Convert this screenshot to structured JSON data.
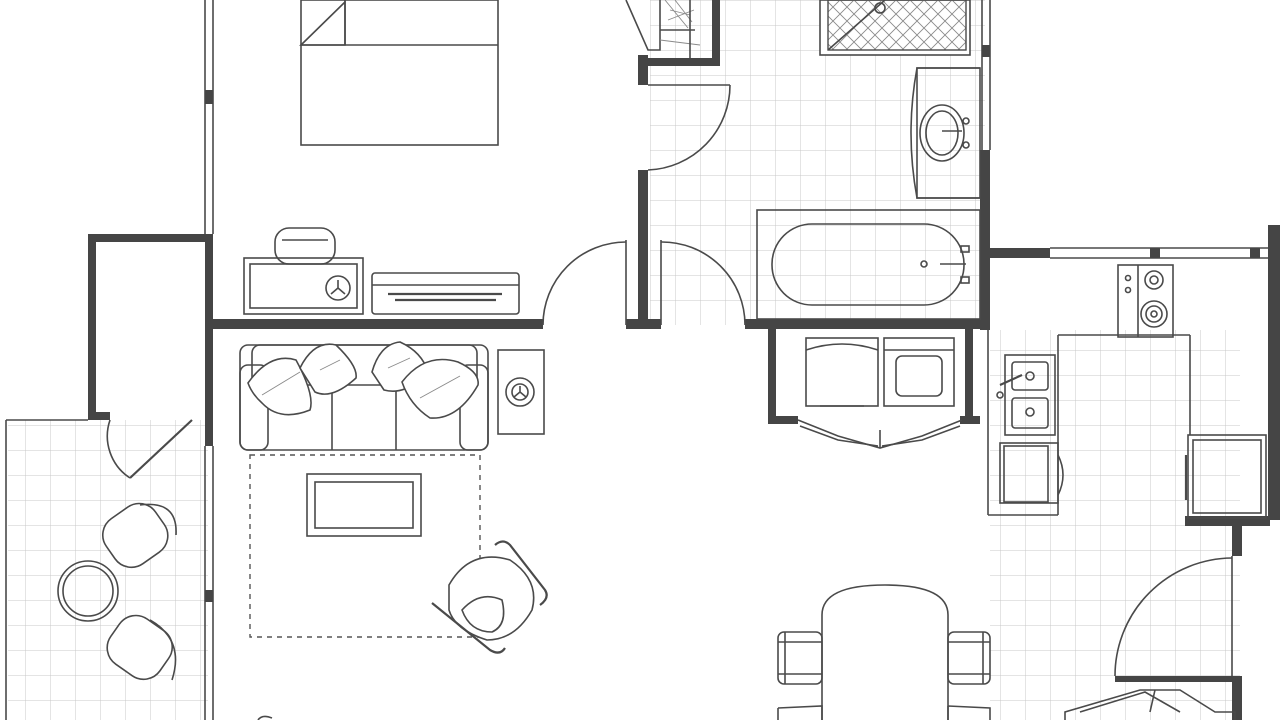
{
  "floor_plan": {
    "rooms": [
      "bedroom",
      "bathroom",
      "closet",
      "living-room",
      "patio",
      "kitchen",
      "laundry",
      "dining-area"
    ],
    "colors": {
      "wall": "#454545",
      "line": "#4a4a4a",
      "tile": "#c9c9c9",
      "background": "#ffffff"
    }
  }
}
